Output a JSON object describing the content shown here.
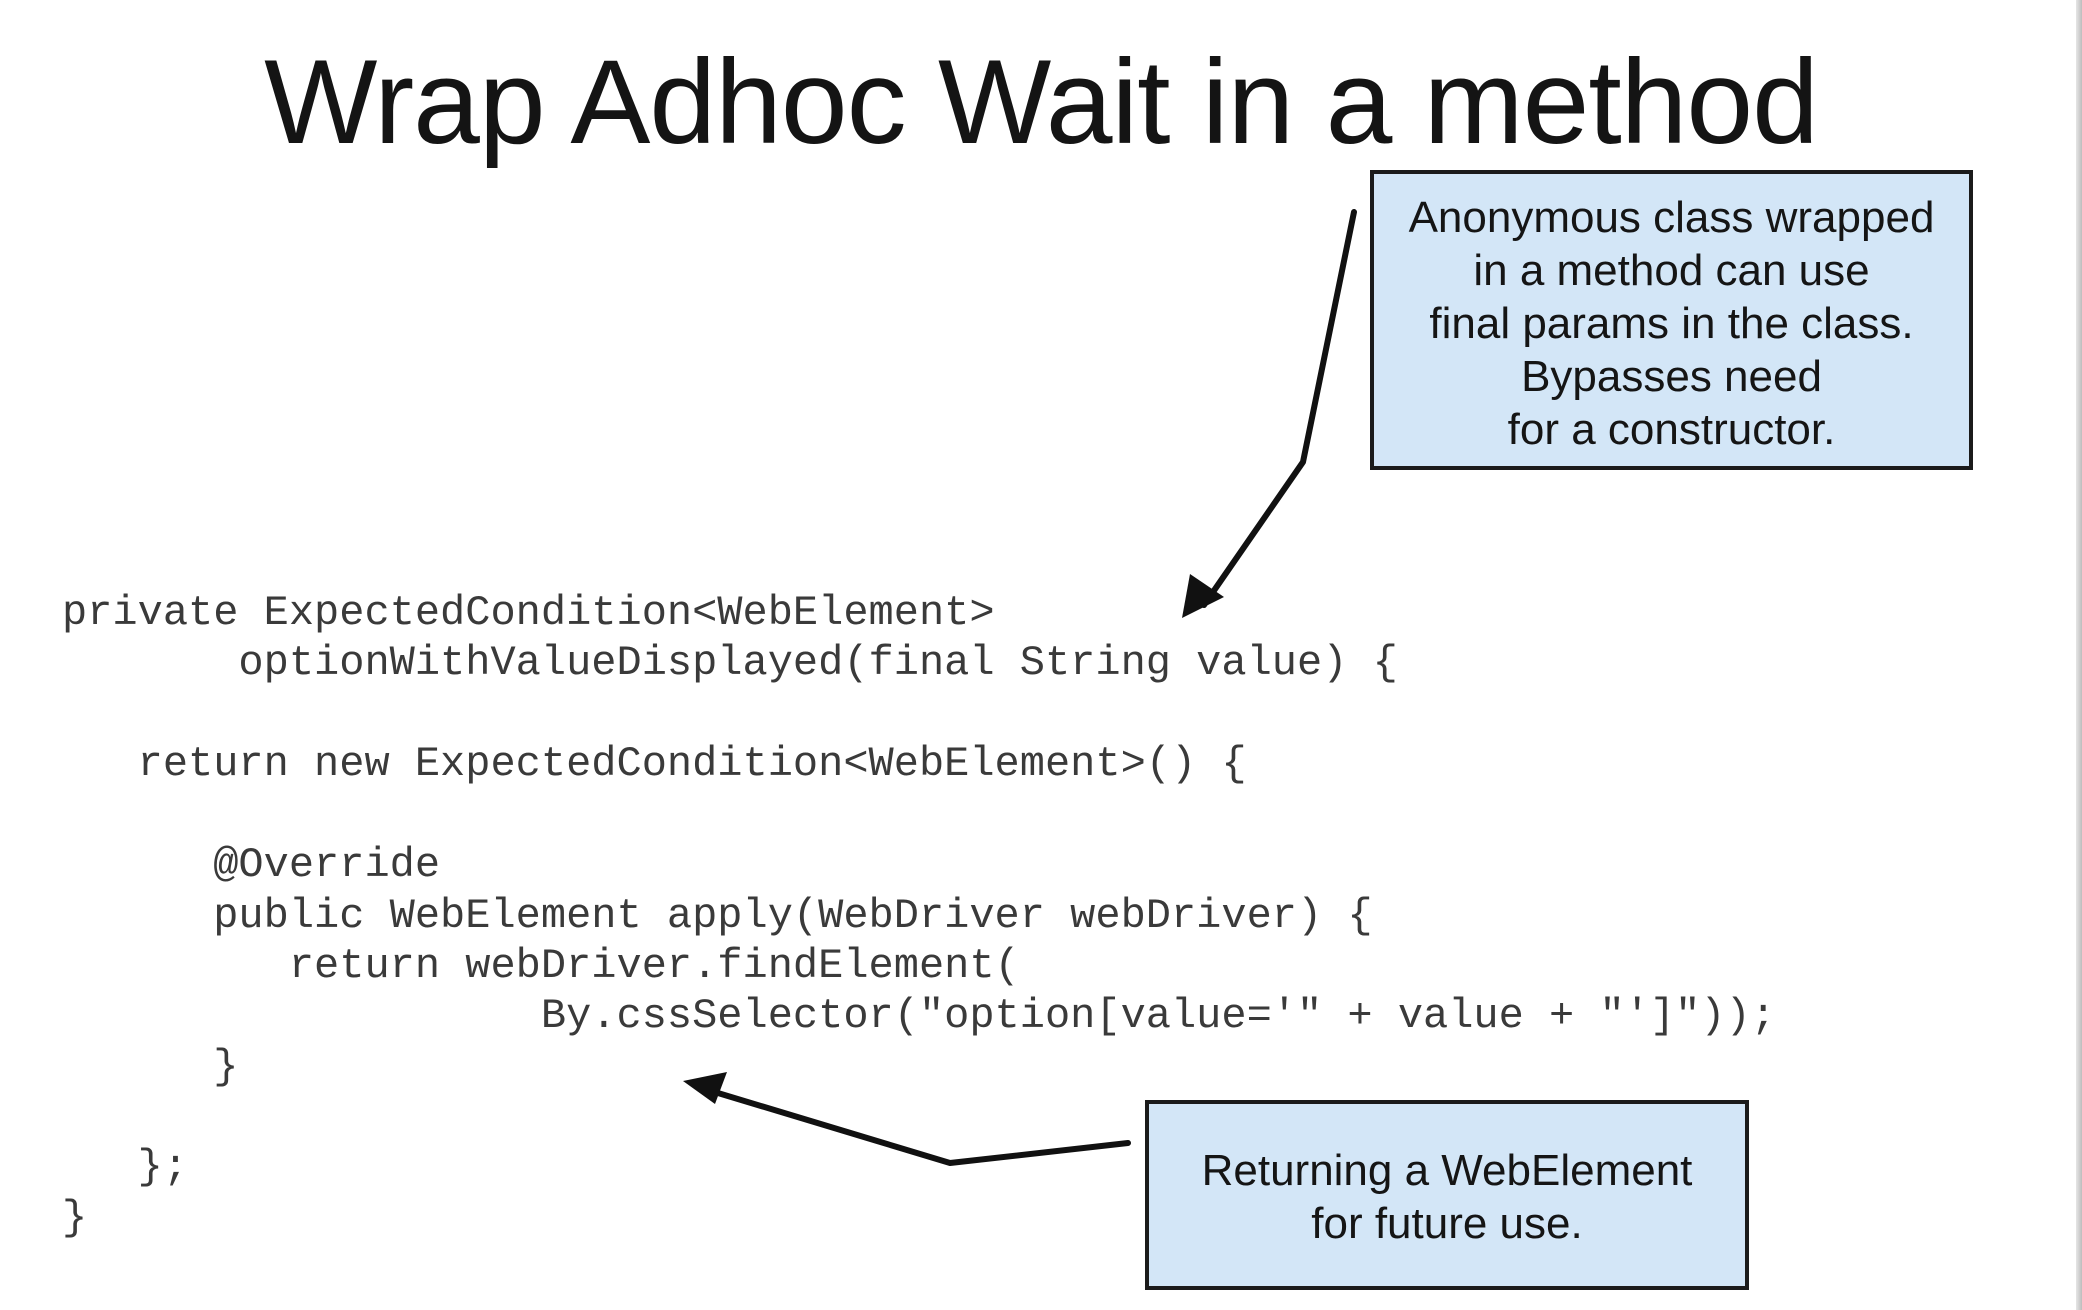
{
  "slide": {
    "title": "Wrap Adhoc Wait in a method"
  },
  "callouts": {
    "top": {
      "lines": [
        "Anonymous class wrapped",
        "in a method can use",
        "final params in the class.",
        "Bypasses need",
        "for a constructor."
      ]
    },
    "bottom": {
      "lines": [
        "Returning a WebElement",
        "for future use."
      ]
    }
  },
  "code": {
    "lines": [
      "private ExpectedCondition<WebElement>",
      "       optionWithValueDisplayed(final String value) {",
      "   return new ExpectedCondition<WebElement>() {",
      "      @Override",
      "      public WebElement apply(WebDriver webDriver) {",
      "         return webDriver.findElement(",
      "                   By.cssSelector(\"option[value='\" + value + \"']\"));",
      "      }",
      "   };",
      "}"
    ]
  },
  "colors": {
    "callout_fill": "#d3e6f7",
    "callout_border": "#1b1b1b",
    "code_text": "#3a3a3a",
    "title_text": "#141414"
  }
}
